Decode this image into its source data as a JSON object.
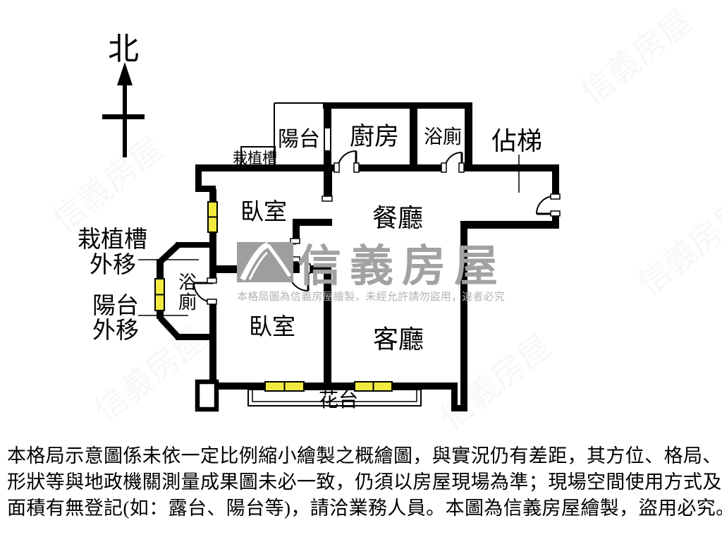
{
  "compass": {
    "north_label": "北"
  },
  "floorplan": {
    "rooms": [
      {
        "id": "balcony-top",
        "label": "陽台"
      },
      {
        "id": "kitchen",
        "label": "廚房"
      },
      {
        "id": "bathroom-top",
        "label": "浴廁"
      },
      {
        "id": "stairwell",
        "label": "佔梯"
      },
      {
        "id": "planter-top",
        "label": "栽植槽"
      },
      {
        "id": "bedroom-1",
        "label": "臥室"
      },
      {
        "id": "dining-room",
        "label": "餐廳"
      },
      {
        "id": "bathroom-side",
        "label_chars": [
          "浴",
          "廁"
        ]
      },
      {
        "id": "bedroom-2",
        "label": "臥室"
      },
      {
        "id": "living-room",
        "label": "客廳"
      },
      {
        "id": "flower-bed",
        "label": "花台"
      }
    ],
    "annotations": [
      {
        "id": "planter-moved-out",
        "lines": [
          "栽植槽",
          "外移"
        ]
      },
      {
        "id": "balcony-moved-out",
        "lines": [
          "陽台",
          "外移"
        ]
      }
    ]
  },
  "watermark": {
    "brand": "信義房屋",
    "notice": "本格局圖為信義房屋繪製，未經允許請勿盜用，違者必究"
  },
  "disclaimer": [
    "本格局示意圖係未依一定比例縮小繪製之概繪圖，與實況仍有差距，其方位、格局、",
    "形狀等與地政機關測量成果圖未必一致，仍須以房屋現場為準；現場空間使用方式及",
    "面積有無登記(如：露台、陽台等)，請洽業務人員。本圖為信義房屋繪製，盜用必究。"
  ],
  "colors": {
    "wall": "#000000",
    "window_fill": "#f2ea3f",
    "watermark_gray": "#9e9e9e",
    "background": "#ffffff"
  }
}
